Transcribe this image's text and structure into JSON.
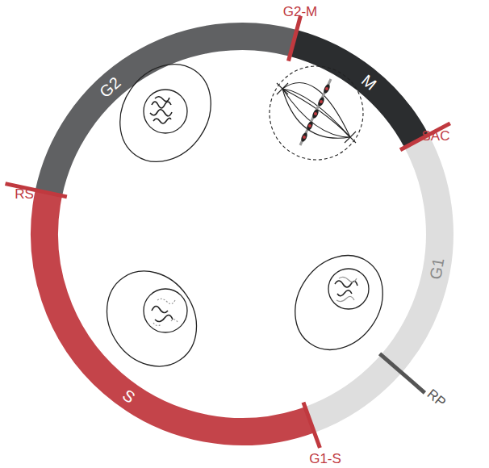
{
  "diagram": {
    "labels": [
      "G2-M",
      "M",
      "SAC",
      "G1",
      "RP",
      "G1-S",
      "S",
      "RS",
      "G2"
    ]
  }
}
